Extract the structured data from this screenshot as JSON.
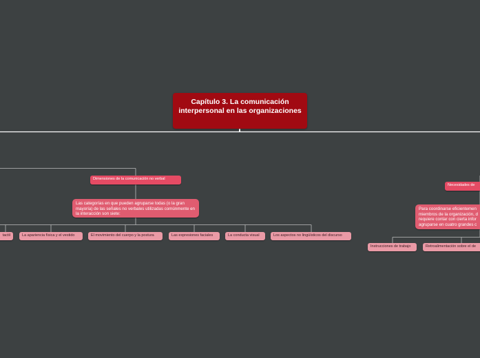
{
  "map": {
    "root_title": "Capítulo 3. La comunicación interpersonal en las organizaciones",
    "left_branch": {
      "title": "Dimensiones de la comunicación no verbal",
      "description": "Las categorías en que pueden agruparse todas (o la gran mayoría) de las señales no verbales utilizadas comúnmente en la interacción son siete:",
      "categories": [
        "tactil",
        "La apariencia física y el vestido",
        "El movimiento del cuerpo y la postura",
        "Las expresiones faciales",
        "La conducta visual",
        "Los aspectos no lingüísticos del discurso"
      ]
    },
    "right_branch": {
      "title": "Necesidades de",
      "description": "Para coordinarse eficientemen miembros de la organización, d requiere contar con cierta infor agruparse en cuatro grandes c",
      "items": [
        "Instrucciones de trabajo",
        "Retroalimentación sobre el de"
      ]
    }
  },
  "colors": {
    "background": "#3d4142",
    "root": "#a10a12",
    "topic": "#e54b64",
    "subtopic": "#e05c70",
    "leaf": "#ea9aa6",
    "connector": "#bfbfbf"
  }
}
